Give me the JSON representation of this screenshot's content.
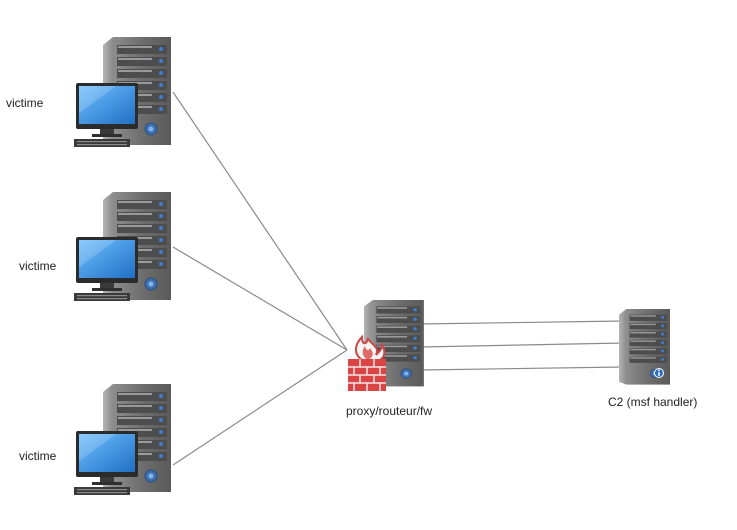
{
  "diagram": {
    "victims": [
      {
        "label": "victime",
        "icon": "workstation-server-icon"
      },
      {
        "label": "victime",
        "icon": "workstation-server-icon"
      },
      {
        "label": "victime",
        "icon": "workstation-server-icon"
      }
    ],
    "proxy": {
      "label": "proxy/routeur/fw",
      "icon": "firewall-server-icon"
    },
    "c2": {
      "label": "C2 (msf handler)",
      "icon": "info-server-icon"
    },
    "colors": {
      "line": "#8a8a8a",
      "server_dark": "#5a5a5a",
      "server_mid": "#7a7a7a",
      "server_light": "#a9a9a9",
      "led": "#3b7fd6",
      "screen": "#2f8be0",
      "brick": "#d94444",
      "flame": "#f2f2f2"
    }
  }
}
